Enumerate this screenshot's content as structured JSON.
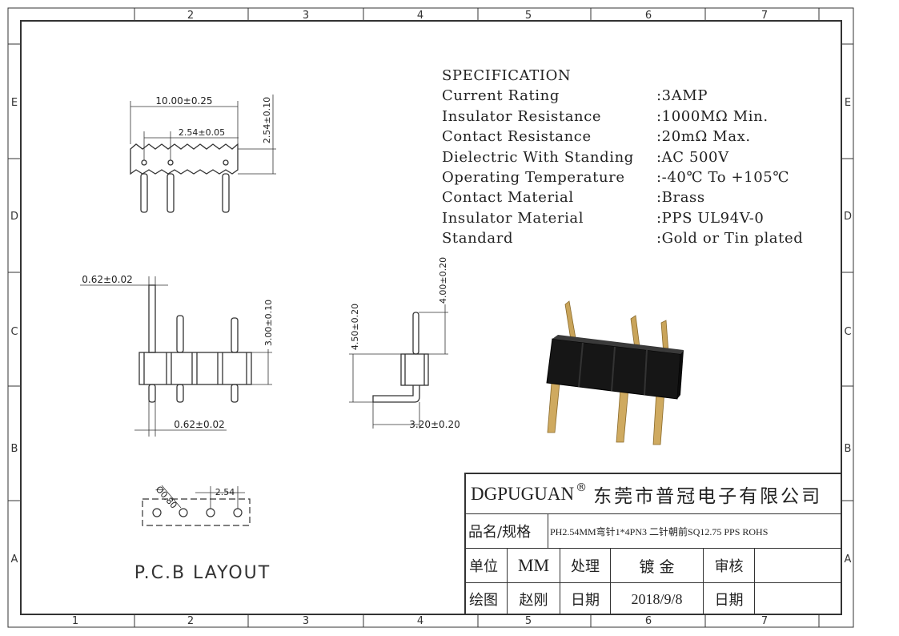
{
  "frame": {
    "top_numbers": [
      "2",
      "3",
      "4",
      "5",
      "6",
      "7"
    ],
    "bottom_numbers": [
      "1",
      "2",
      "3",
      "4",
      "5",
      "6",
      "7"
    ],
    "side_letters": [
      "E",
      "D",
      "C",
      "B",
      "A"
    ]
  },
  "top_view": {
    "dim_width": "10.00±0.25",
    "dim_pitch": "2.54±0.05",
    "dim_height": "2.54±0.10"
  },
  "front_view": {
    "dim_pin_top": "0.62±0.02",
    "dim_pin_bottom": "0.62±0.02",
    "dim_height": "3.00±0.10"
  },
  "side_view": {
    "dim_total": "4.50±0.20",
    "dim_top": "4.00±0.20",
    "dim_bend": "3.20±0.20"
  },
  "pcb": {
    "dim_hole": "Ø0.80",
    "dim_pitch": "2.54",
    "title": "P.C.B LAYOUT"
  },
  "spec": {
    "title": "SPECIFICATION",
    "rows": [
      {
        "label": "Current Rating",
        "value": ":3AMP"
      },
      {
        "label": "Insulator Resistance",
        "value": ":1000MΩ Min."
      },
      {
        "label": "Contact Resistance",
        "value": ":20mΩ Max."
      },
      {
        "label": "Dielectric With Standing",
        "value": ":AC 500V"
      },
      {
        "label": "Operating Temperature",
        "value": ":-40℃ To +105℃"
      },
      {
        "label": "Contact Material",
        "value": ":Brass"
      },
      {
        "label": "Insulator Material",
        "value": ":PPS UL94V-0"
      },
      {
        "label": "Standard",
        "value": ":Gold or Tin plated"
      }
    ]
  },
  "title_block": {
    "company_en": "DGPUGUAN",
    "reg_mark": "®",
    "company_cn": "东莞市普冠电子有限公司",
    "name_label": "品名/规格",
    "name_value": "PH2.54MM弯针1*4PN3 二针朝前SQ12.75 PPS ROHS",
    "unit_label": "单位",
    "unit_value": "MM",
    "process_label": "处理",
    "process_value": "镀 金",
    "review_label": "审核",
    "review_value": "",
    "drawer_label": "绘图",
    "drawer_value": "赵刚",
    "date_label": "日期",
    "date_value": "2018/9/8",
    "date_label2": "日期",
    "date_value2": ""
  },
  "colors": {
    "line": "#333333",
    "text": "#222222",
    "plastic": "#111111",
    "pin": "#c9a45a"
  }
}
